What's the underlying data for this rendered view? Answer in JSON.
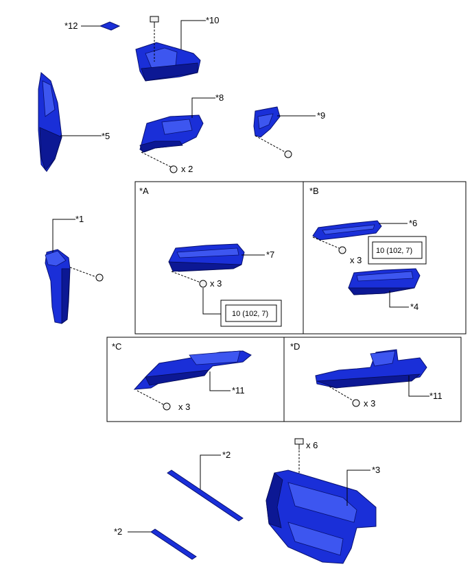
{
  "colors": {
    "part": "#1a2fd8",
    "part_dark": "#0c1894",
    "part_light": "#3d56f0",
    "line": "#000000"
  },
  "callouts": {
    "p12": "*12",
    "p10": "*10",
    "p5": "*5",
    "p8": "*8",
    "p9": "*9",
    "p1": "*1",
    "p7": "*7",
    "p6": "*6",
    "p4": "*4",
    "p11c": "*11",
    "p11d": "*11",
    "p2a": "*2",
    "p2b": "*2",
    "p3": "*3"
  },
  "panels": {
    "a": "*A",
    "b": "*B",
    "c": "*C",
    "d": "*D"
  },
  "quantities": {
    "q8": "x 2",
    "q7": "x 3",
    "q6": "x 3",
    "q11c": "x 3",
    "q11d": "x 3",
    "q3": "x 6"
  },
  "torque": {
    "a": "10 (102, 7)",
    "b": "10 (102, 7)"
  }
}
